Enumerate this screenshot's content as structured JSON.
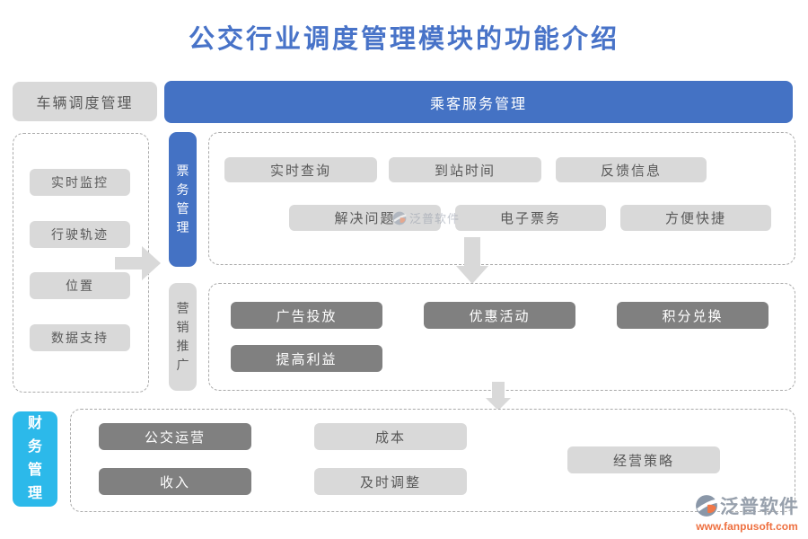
{
  "title": "公交行业调度管理模块的功能介绍",
  "colors": {
    "primary_blue": "#4472C4",
    "light_gray_button": "#D9D9D9",
    "dark_gray_button": "#808080",
    "finance_cyan": "#2CB9EA",
    "dark_text": "#595959",
    "title_blue": "#4873C8",
    "logo_orange": "#EE7040"
  },
  "vehicle_dispatch": {
    "header": "车辆调度管理",
    "items": [
      "实时监控",
      "行驶轨迹",
      "位置",
      "数据支持"
    ]
  },
  "passenger_service": {
    "header": "乘客服务管理",
    "ticketing": {
      "tab": "票务管理",
      "row1": [
        "实时查询",
        "到站时间",
        "反馈信息"
      ],
      "row2": [
        "解决问题",
        "电子票务",
        "方便快捷"
      ]
    },
    "marketing": {
      "tab": "营销推广",
      "row1": [
        "广告投放",
        "优惠活动",
        "积分兑换"
      ],
      "row2": [
        "提高利益"
      ]
    }
  },
  "finance": {
    "tab": "财务管理",
    "buttons": [
      {
        "label": "公交运营",
        "style": "dark"
      },
      {
        "label": "成本",
        "style": "light"
      },
      {
        "label": "收入",
        "style": "dark"
      },
      {
        "label": "及时调整",
        "style": "light"
      },
      {
        "label": "经营策略",
        "style": "light"
      }
    ]
  },
  "icons": {
    "flow_arrow_right": "arrow-right",
    "flow_arrow_down": "arrow-down"
  },
  "watermark": "泛普软件",
  "logo": {
    "name": "泛普软件",
    "url": "www.fanpusoft.com"
  }
}
